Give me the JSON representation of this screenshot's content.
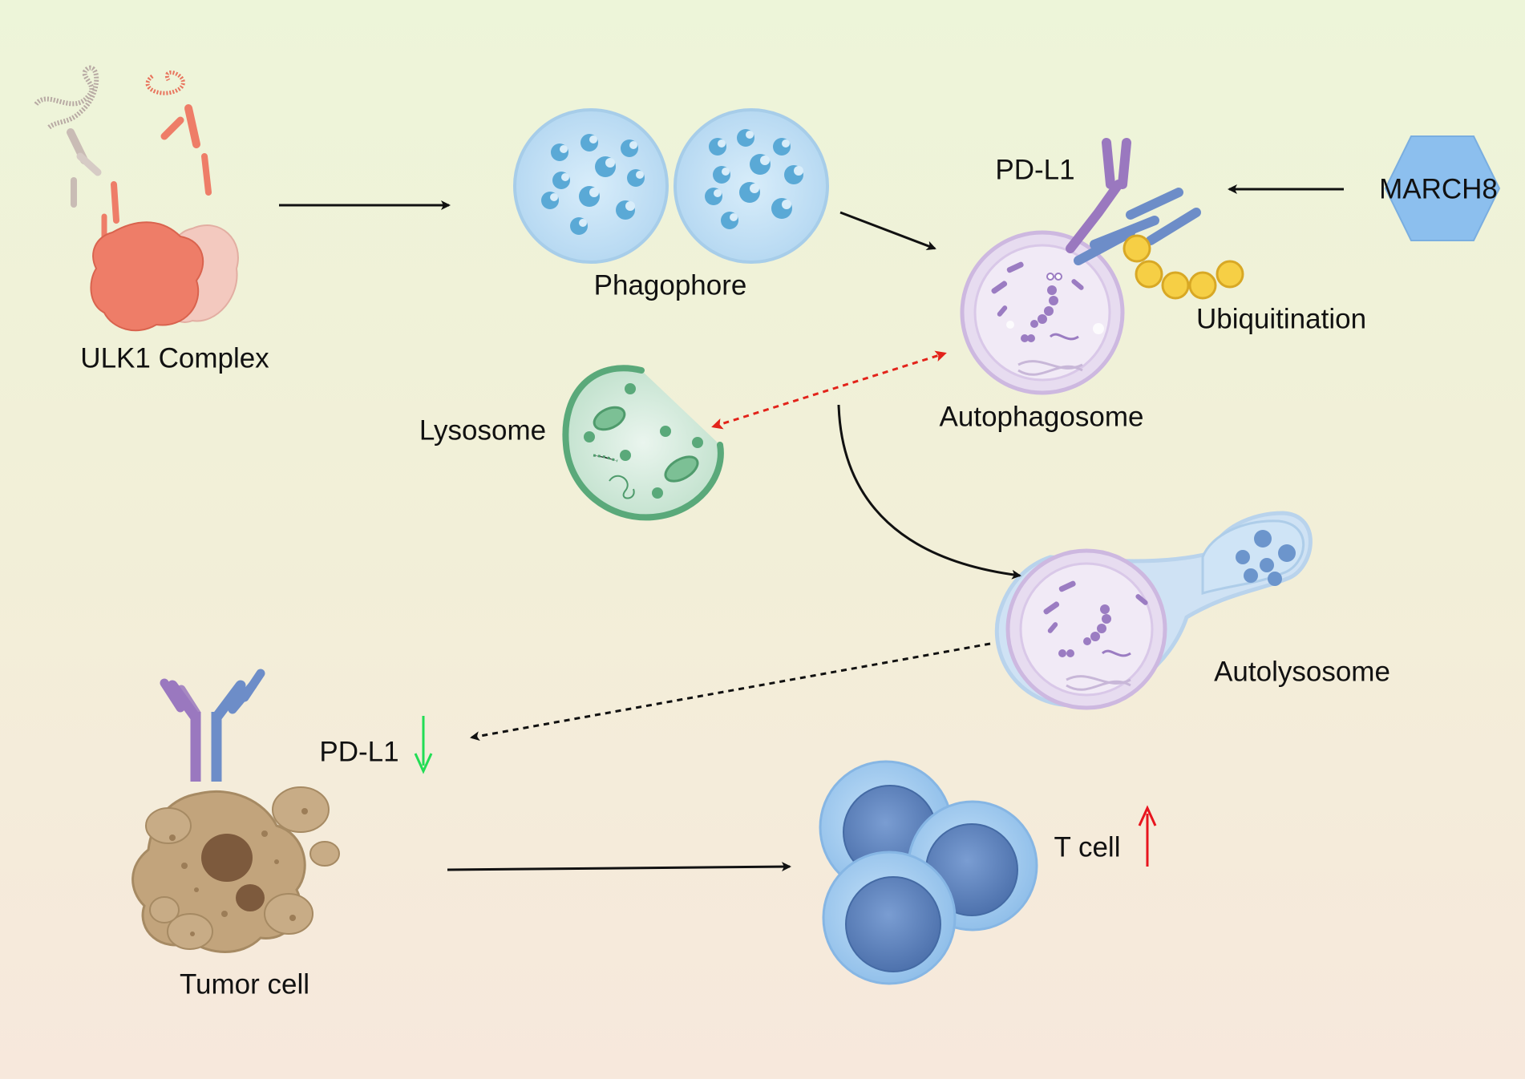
{
  "labels": {
    "ulk1_complex": "ULK1 Complex",
    "phagophore": "Phagophore",
    "pd_l1_top": "PD-L1",
    "march8": "MARCH8",
    "ubiquitination": "Ubiquitination",
    "autophagosome": "Autophagosome",
    "lysosome": "Lysosome",
    "autolysosome": "Autolysosome",
    "pd_l1_bottom": "PD-L1",
    "tumor_cell": "Tumor cell",
    "t_cell": "T cell"
  },
  "colors": {
    "background_top": "#edf5d9",
    "background_bottom": "#f7e8dc",
    "arrow": "#111111",
    "dotted_arrow_red": "#e2231a",
    "down_arrow": "#22dd55",
    "up_arrow": "#e8141e",
    "march8_hex": "#8cbfee",
    "phagophore_fill": "#c6e2f6",
    "autophagosome_fill": "#e7dcf0",
    "lysosome": "#5aa97a",
    "t_cell_outer": "#a8d0f2",
    "t_cell_nucleus": "#5f86c0",
    "pd_l1_purple": "#9a78bf",
    "pd_l1_blue": "#6d8dc8",
    "ubiquitin": "#f6cf45",
    "ulk1_red": "#ee7d68",
    "ulk1_pink": "#f3c9bf",
    "tumor_body": "#c2a47c"
  },
  "icons": [
    "ulk1-complex-icon",
    "phagophore-icon",
    "pd-l1-receptor-icon",
    "march8-hexagon-icon",
    "ubiquitin-chain-icon",
    "autophagosome-icon",
    "lysosome-icon",
    "autolysosome-icon",
    "tumor-cell-icon",
    "t-cell-cluster-icon",
    "down-arrow-icon",
    "up-arrow-icon"
  ]
}
